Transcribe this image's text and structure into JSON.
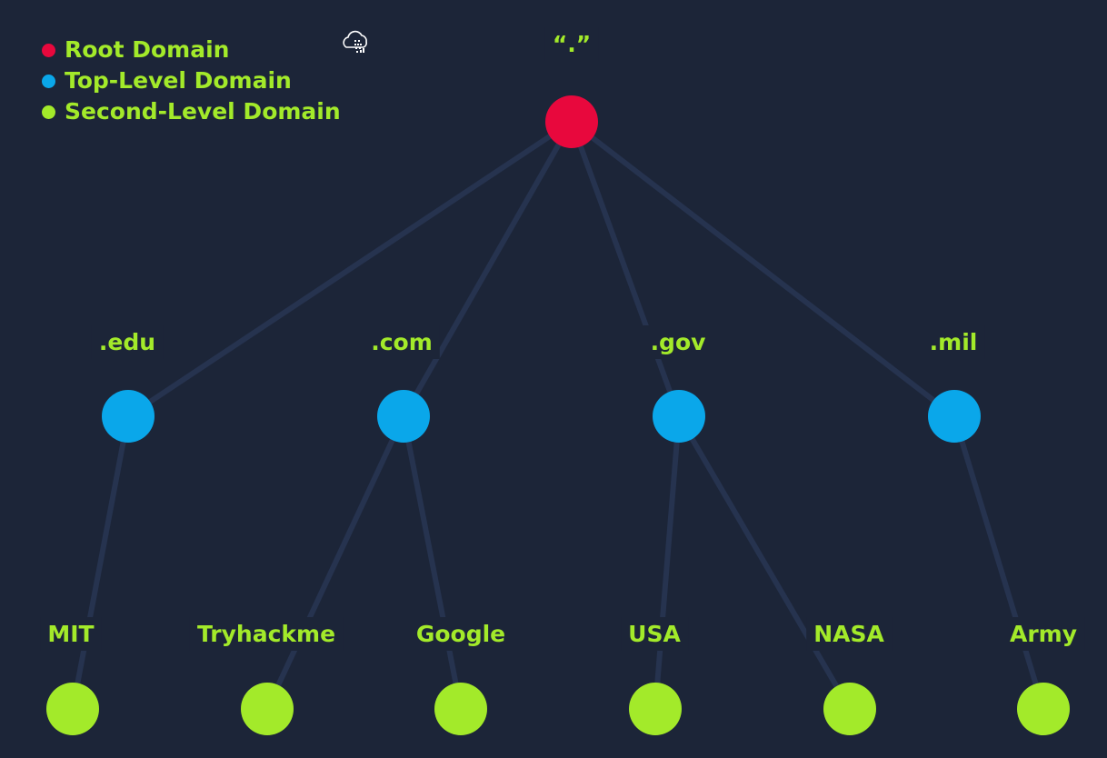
{
  "legend": [
    {
      "label": "Root Domain",
      "color": "#e8083d"
    },
    {
      "label": "Top-Level Domain",
      "color": "#0aa7ea"
    },
    {
      "label": "Second-Level Domain",
      "color": "#a3ea2a"
    }
  ],
  "label_color": "#a3ea2a",
  "edge_color": "#26334f",
  "icon": "cloud-icon",
  "tree": {
    "root": {
      "id": "root",
      "label": "“.”"
    },
    "tlds": [
      {
        "id": "edu",
        "label": ".edu"
      },
      {
        "id": "com",
        "label": ".com"
      },
      {
        "id": "gov",
        "label": ".gov"
      },
      {
        "id": "mil",
        "label": ".mil"
      }
    ],
    "slds": [
      {
        "id": "mit",
        "label": "MIT",
        "parent": "edu"
      },
      {
        "id": "tryhackme",
        "label": "Tryhackme",
        "parent": "com"
      },
      {
        "id": "google",
        "label": "Google",
        "parent": "com"
      },
      {
        "id": "usa",
        "label": "USA",
        "parent": "gov"
      },
      {
        "id": "nasa",
        "label": "NASA",
        "parent": "gov"
      },
      {
        "id": "army",
        "label": "Army",
        "parent": "mil"
      }
    ]
  }
}
